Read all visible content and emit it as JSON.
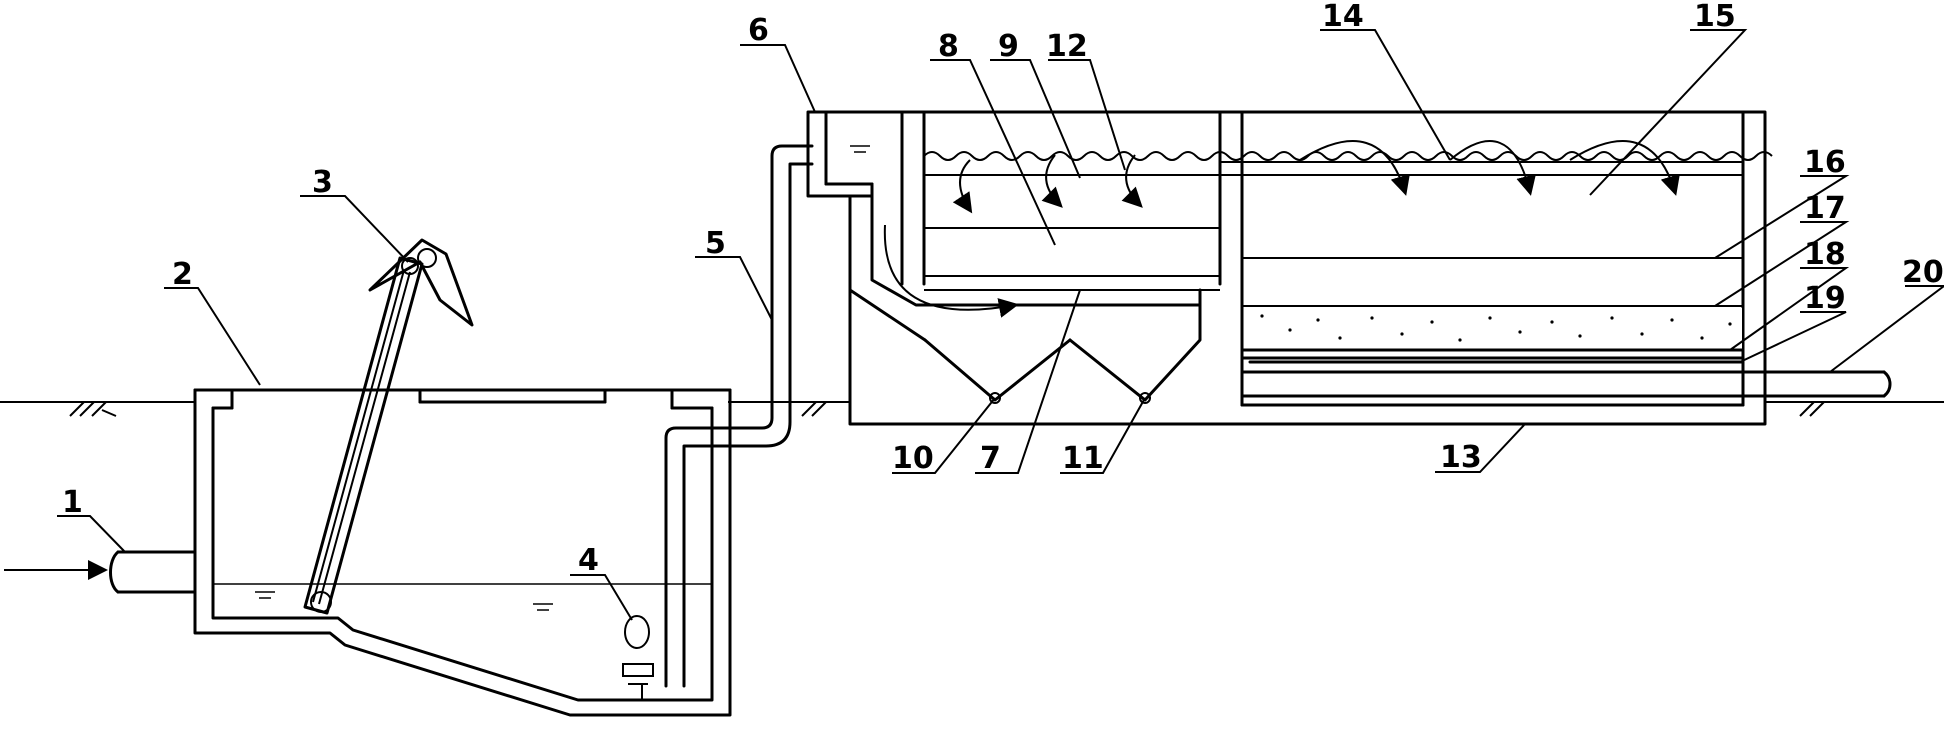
{
  "labels": {
    "l1": "1",
    "l2": "2",
    "l3": "3",
    "l4": "4",
    "l5": "5",
    "l6": "6",
    "l7": "7",
    "l8": "8",
    "l9": "9",
    "l10": "10",
    "l11": "11",
    "l12": "12",
    "l13": "13",
    "l14": "14",
    "l15": "15",
    "l16": "16",
    "l17": "17",
    "l18": "18",
    "l19": "19",
    "l20": "20"
  },
  "colors": {
    "line": "#000000",
    "background": "#ffffff"
  },
  "icons": {
    "ground": "ground-hatch-icon",
    "water_level": "water-level-icon",
    "inflow": "inflow-arrow-icon"
  }
}
